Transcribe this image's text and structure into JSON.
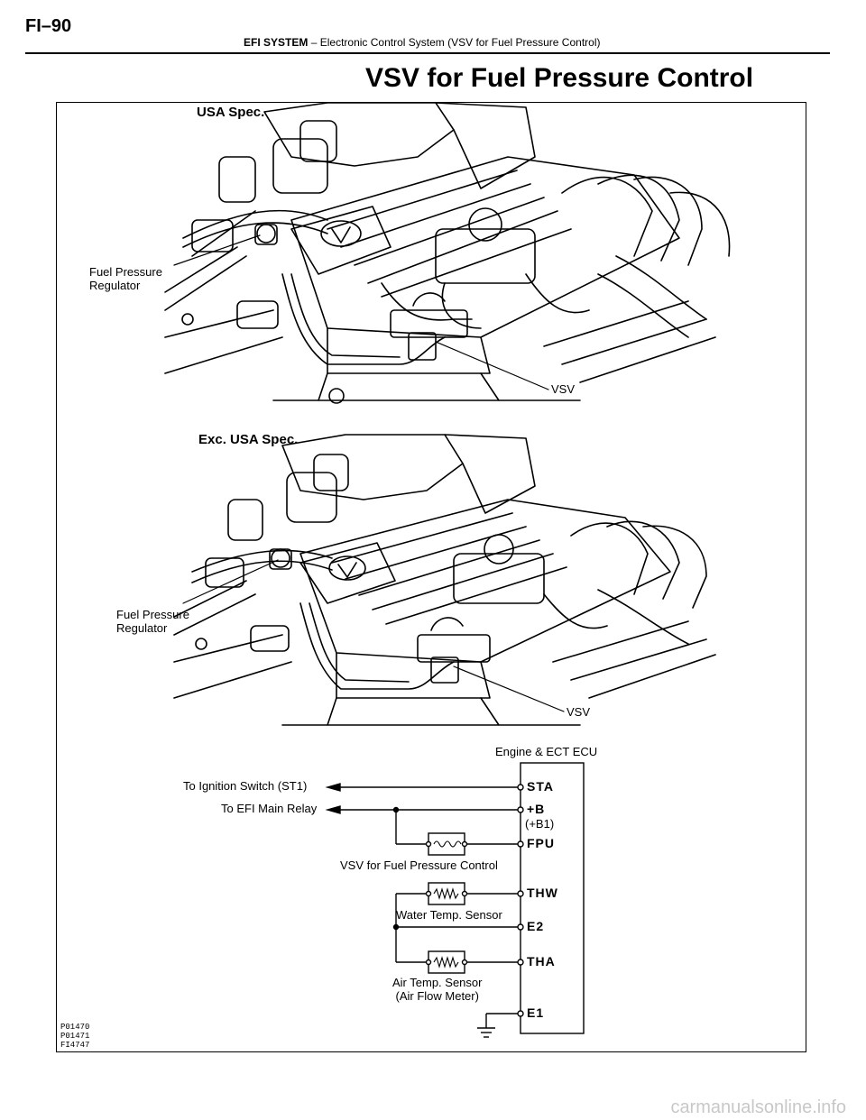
{
  "header": {
    "page_number": "FI–90",
    "section": "EFI SYSTEM",
    "separator": "–",
    "subsection": "Electronic Control System (VSV for Fuel Pressure Control)"
  },
  "title": "VSV for Fuel Pressure Control",
  "figure": {
    "usa": {
      "label": "USA Spec.",
      "callout_regulator_line1": "Fuel Pressure",
      "callout_regulator_line2": "Regulator",
      "callout_vsv": "VSV"
    },
    "exc": {
      "label": "Exc. USA Spec.",
      "callout_regulator_line1": "Fuel Pressure",
      "callout_regulator_line2": "Regulator",
      "callout_vsv": "VSV"
    },
    "wiring": {
      "ecu_label": "Engine & ECT ECU",
      "to_ignition": "To Ignition Switch (ST1)",
      "to_efi_relay": "To EFI Main Relay",
      "vsv_label": "VSV for Fuel Pressure Control",
      "water_temp_label": "Water Temp. Sensor",
      "air_temp_label_line1": "Air Temp. Sensor",
      "air_temp_label_line2": "(Air Flow Meter)",
      "pins": {
        "sta": "STA",
        "b": "+B",
        "b1": "(+B1)",
        "fpu": "FPU",
        "thw": "THW",
        "e2": "E2",
        "tha": "THA",
        "e1": "E1"
      }
    },
    "refs": [
      "P01470",
      "P01471",
      "FI4747"
    ]
  },
  "watermark": "carmanualsonline.info"
}
